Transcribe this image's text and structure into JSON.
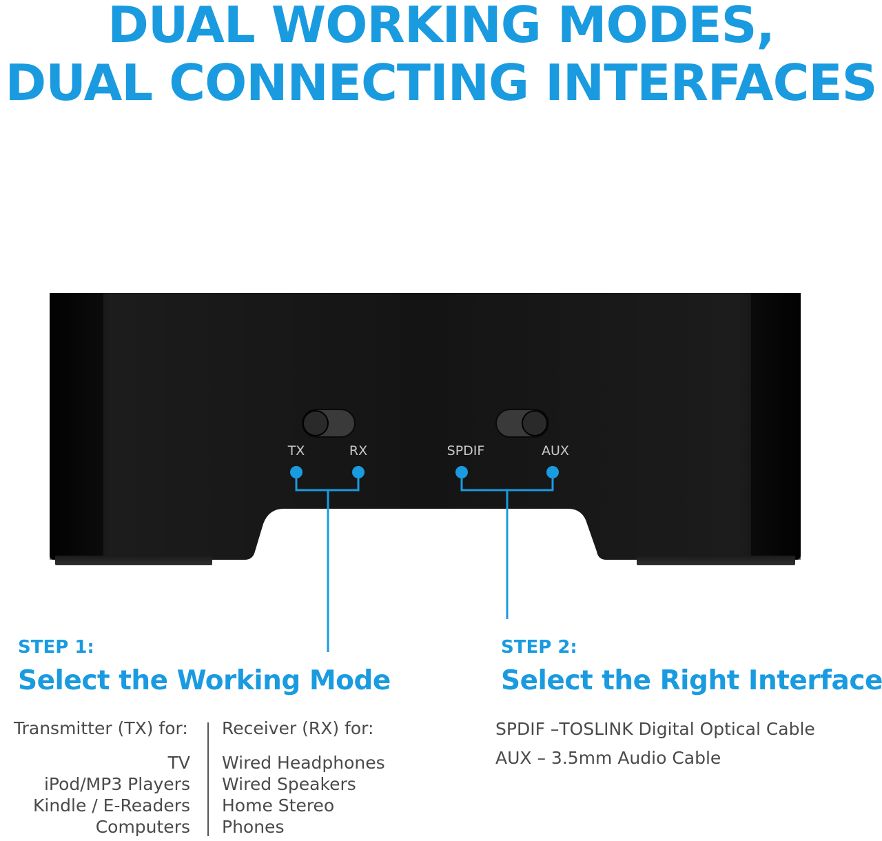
{
  "headline": {
    "line1": "DUAL WORKING MODES,",
    "line2": "DUAL CONNECTING INTERFACES"
  },
  "device": {
    "mode_switch": {
      "left_label": "TX",
      "right_label": "RX"
    },
    "interface_switch": {
      "left_label": "SPDIF",
      "right_label": "AUX"
    }
  },
  "step1": {
    "label": "STEP 1:",
    "title": "Select the Working Mode",
    "transmitter_heading": "Transmitter (TX) for:",
    "transmitter_items": [
      "TV",
      "iPod/MP3 Players",
      "Kindle / E-Readers",
      "Computers"
    ],
    "receiver_heading": "Receiver (RX) for:",
    "receiver_items": [
      "Wired Headphones",
      "Wired Speakers",
      "Home Stereo",
      "Phones"
    ]
  },
  "step2": {
    "label": "STEP 2:",
    "title": "Select the Right Interface",
    "lines": [
      "SPDIF –TOSLINK Digital Optical Cable",
      "AUX – 3.5mm Audio Cable"
    ]
  },
  "colors": {
    "accent": "#1a9be0",
    "device_body": "#0d0d0d",
    "body_text": "#4a4a4a"
  }
}
